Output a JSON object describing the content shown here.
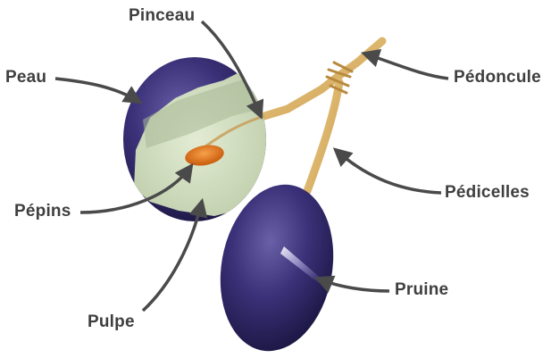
{
  "diagram": {
    "labels": {
      "pinceau": "Pinceau",
      "peau": "Peau",
      "pedoncule": "Pédoncule",
      "pepins": "Pépins",
      "pedicelles": "Pédicelles",
      "pruine": "Pruine",
      "pulpe": "Pulpe"
    },
    "colors": {
      "label_text": "#3f3f3f",
      "arrow": "#4a4a4a",
      "skin": "#2e2460",
      "pulp": "#cfdcbc",
      "seed": "#e0781a",
      "stem": "#dcb46a"
    }
  }
}
